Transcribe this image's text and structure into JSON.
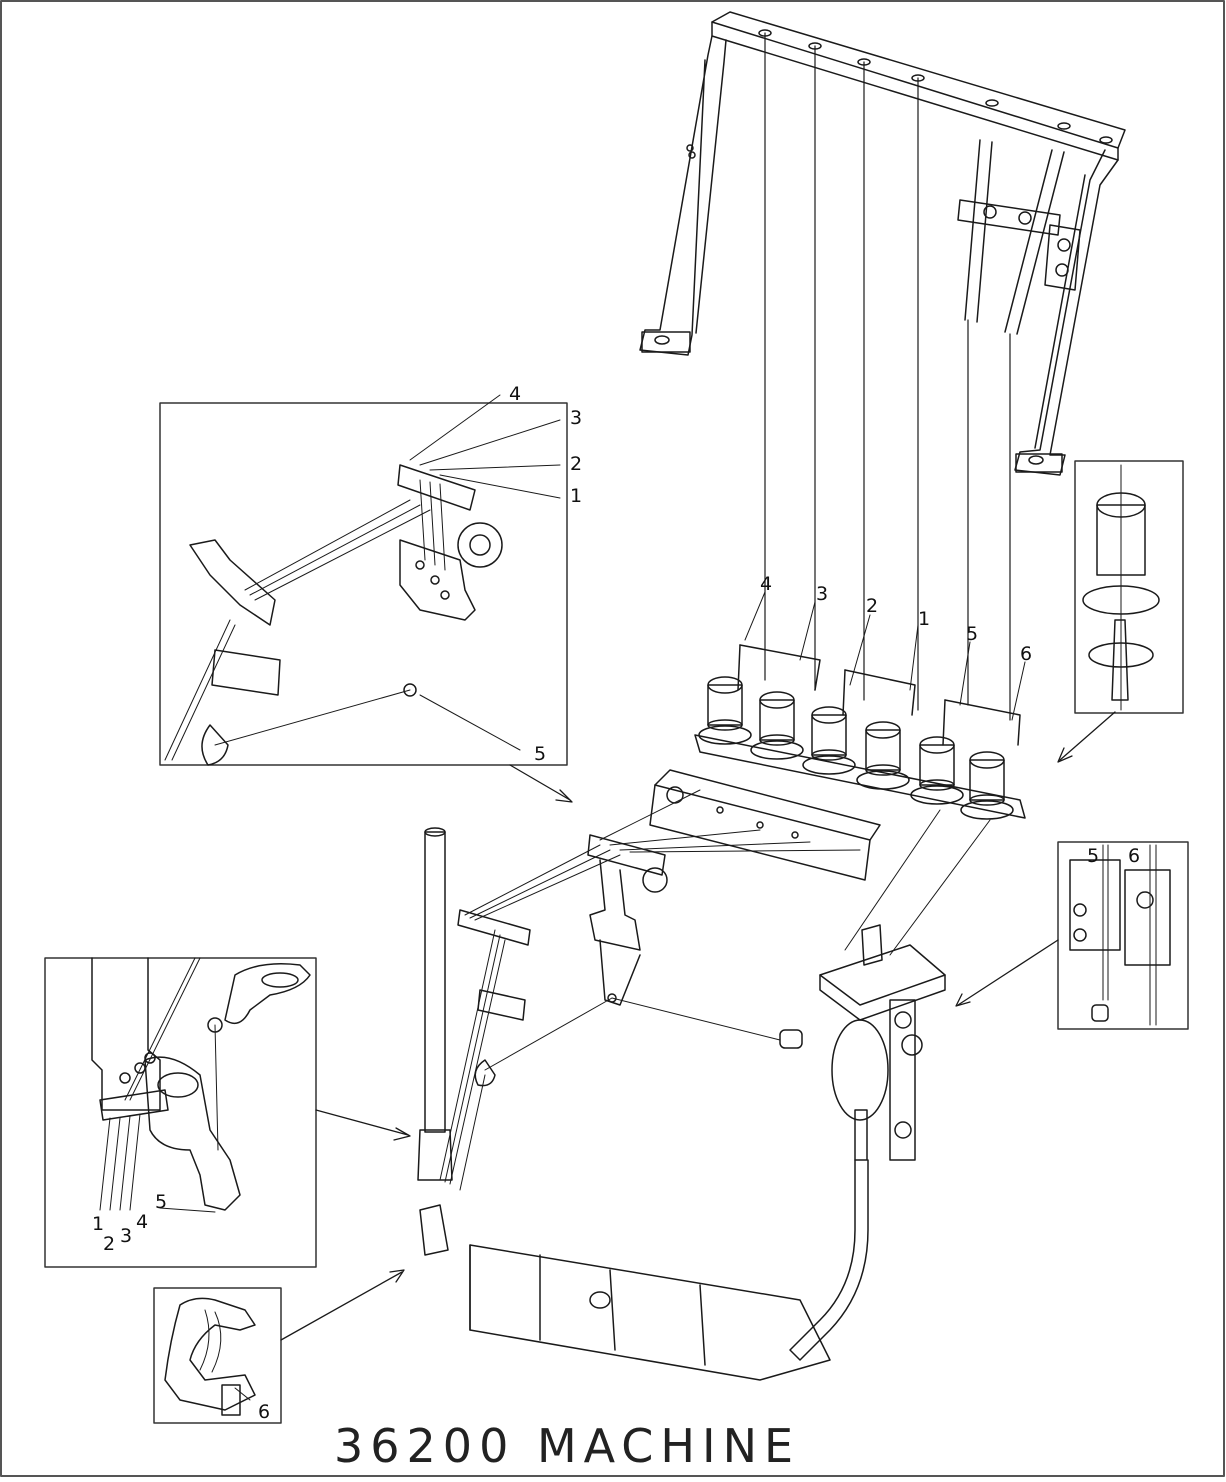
{
  "title": "36200 MACHINE",
  "callouts": {
    "main_spools": [
      "4",
      "3",
      "2",
      "1",
      "5",
      "6"
    ],
    "inset_needle_guides": [
      "4",
      "3",
      "2",
      "1",
      "5"
    ],
    "inset_needles": [
      "1",
      "2",
      "3",
      "4",
      "5"
    ],
    "inset_looper_guide": [
      "5",
      "6"
    ],
    "inset_presser": [
      "6"
    ]
  },
  "colors": {
    "line": "#1a1a1a",
    "border": "#555555",
    "background": "#ffffff"
  }
}
